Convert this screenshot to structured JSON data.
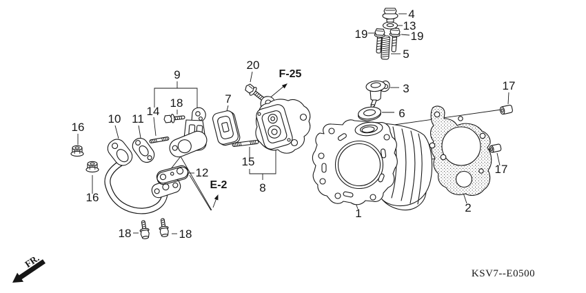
{
  "diagram": {
    "code": "KSV7--E0500",
    "front_indicator": "FR.",
    "references": {
      "f25": "F-25",
      "e2": "E-2"
    },
    "colors": {
      "ink": "#161616",
      "paper": "#ffffff"
    },
    "callouts": {
      "c1": "1",
      "c2": "2",
      "c3": "3",
      "c4": "4",
      "c5": "5",
      "c6": "6",
      "c7": "7",
      "c8": "8",
      "c9": "9",
      "c10": "10",
      "c11": "11",
      "c12": "12",
      "c13": "13",
      "c14": "14",
      "c15": "15",
      "c16a": "16",
      "c16b": "16",
      "c17a": "17",
      "c17b": "17",
      "c18a": "18",
      "c18b": "18",
      "c18c": "18",
      "c19a": "19",
      "c19b": "19",
      "c20": "20"
    }
  }
}
